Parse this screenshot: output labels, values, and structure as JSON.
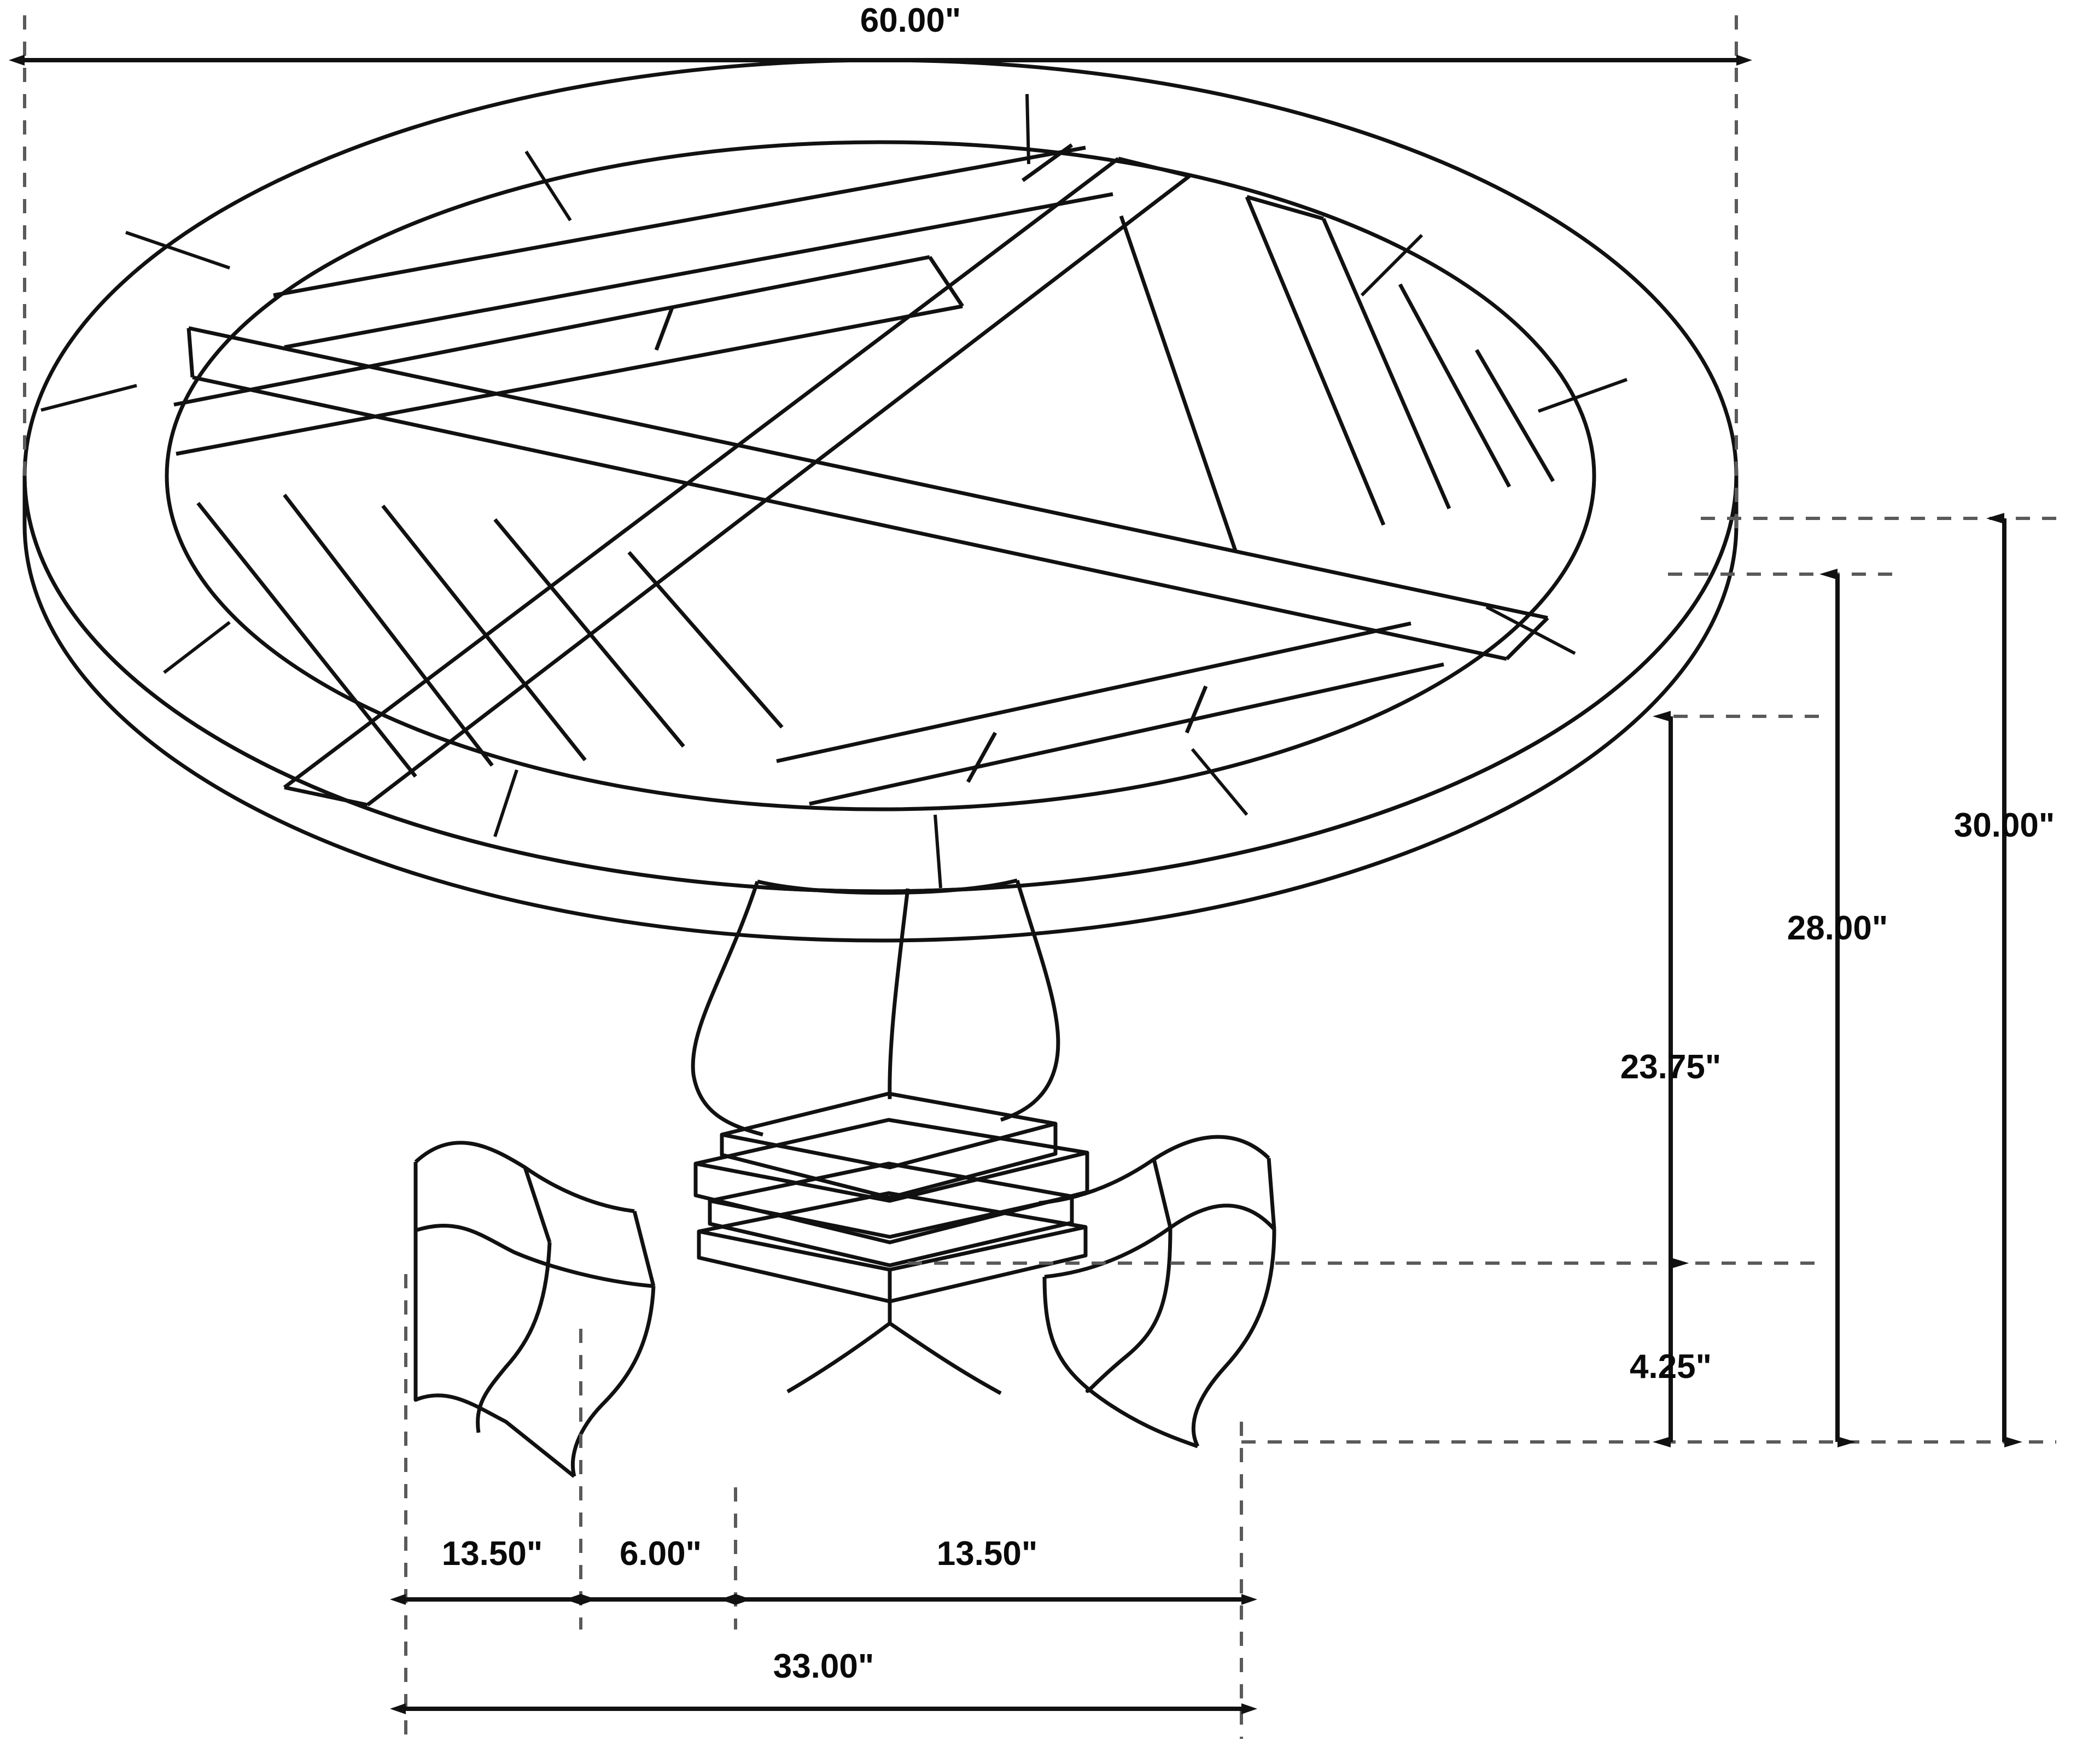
{
  "drawing": {
    "title": "Round pedestal dining table dimension drawing",
    "unit": "inch",
    "line_color": "#111111",
    "dimension_color": "#1a1a1a",
    "extension_color": "#555555",
    "background": "#ffffff",
    "object": "round-pedestal-dining-table"
  },
  "dimensions": {
    "top_diameter": "60.00\"",
    "overall_height": "30.00\"",
    "apron_height": "28.00\"",
    "pedestal_height": "23.75\"",
    "foot_height": "4.25\"",
    "foot_left_span": "13.50\"",
    "pedestal_width": "6.00\"",
    "foot_right_span": "13.50\"",
    "base_span": "33.00\""
  },
  "labels": [
    {
      "id": "top-diameter",
      "value": "60.00\"",
      "orientation": "horizontal"
    },
    {
      "id": "overall-height",
      "value": "30.00\"",
      "orientation": "vertical"
    },
    {
      "id": "apron-height",
      "value": "28.00\"",
      "orientation": "vertical"
    },
    {
      "id": "pedestal-height",
      "value": "23.75\"",
      "orientation": "vertical"
    },
    {
      "id": "foot-height",
      "value": "4.25\"",
      "orientation": "vertical"
    },
    {
      "id": "foot-left-span",
      "value": "13.50\"",
      "orientation": "horizontal"
    },
    {
      "id": "pedestal-width",
      "value": "6.00\"",
      "orientation": "horizontal"
    },
    {
      "id": "foot-right-span",
      "value": "13.50\"",
      "orientation": "horizontal"
    },
    {
      "id": "base-span",
      "value": "33.00\"",
      "orientation": "horizontal"
    }
  ]
}
